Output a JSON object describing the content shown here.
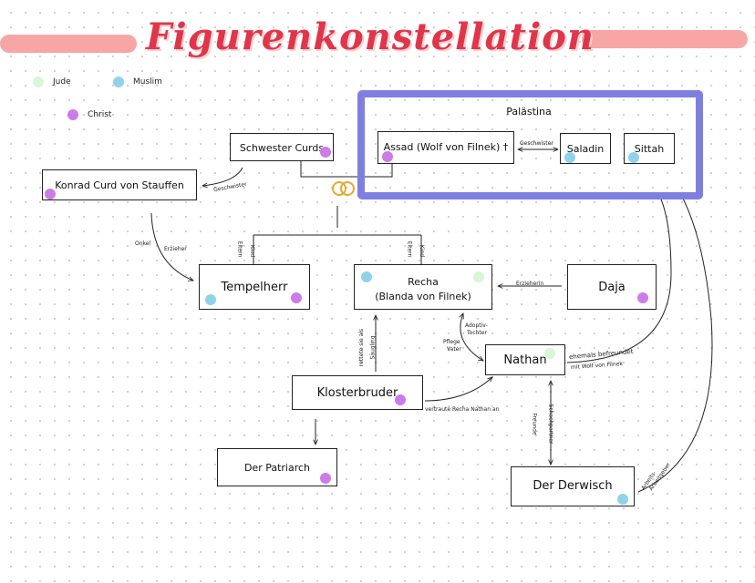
{
  "title": "Figurenkonstellation",
  "colors": {
    "jude": "#d8f7d6",
    "muslim": "#8fd3ea",
    "christ": "#cc7be8",
    "palestine_frame": "#7f7fe2",
    "title": "#e0354a",
    "title_bar": "#f7a6a6"
  },
  "legend": {
    "jude": "Jude",
    "muslim": "Muslim",
    "christ": "Christ"
  },
  "palestine": {
    "label": "Palästina"
  },
  "nodes": {
    "schwester": {
      "label": "Schwester Curds"
    },
    "konrad": {
      "label": "Konrad Curd von Stauffen"
    },
    "assad": {
      "label": "Assad (Wolf von Filnek) †"
    },
    "saladin": {
      "label": "Saladin"
    },
    "sittah": {
      "label": "Sittah"
    },
    "tempelherr": {
      "label": "Tempelherr"
    },
    "recha": {
      "label_line1": "Recha",
      "label_line2": "(Blanda von Filnek)"
    },
    "daja": {
      "label": "Daja"
    },
    "nathan": {
      "label": "Nathan"
    },
    "klosterbruder": {
      "label": "Klosterbruder"
    },
    "patriarch": {
      "label": "Der Patriarch"
    },
    "derwisch": {
      "label": "Der Derwisch"
    }
  },
  "edges": {
    "geschwister_left": "Geschwister",
    "geschwister_right": "Geschwister",
    "onkel": "Onkel",
    "erzieher": "Erzieher",
    "eltern_left": "Eltern",
    "kind_left": "Kind",
    "eltern_right": "Eltern",
    "kind_right": "Kind",
    "erzieherin": "Erzieherin",
    "adoptiv_1": "Adoptiv-",
    "adoptiv_2": "Tochter",
    "pflege_1": "Pflege",
    "pflege_2": "Vater",
    "rettete_1": "rettete sie als",
    "rettete_2": "Säugling",
    "vertraute": "vertraute Recha Nathan an",
    "freunde_1": "Freunde",
    "freunde_2": "Schachpartner",
    "befreundet_1": "ehemals befreundet",
    "befreundet_2": "mit Wolf von Filnek",
    "arbeitgeber_1": "Arbeits-",
    "arbeitgeber_2": "Arbeitgeber"
  }
}
